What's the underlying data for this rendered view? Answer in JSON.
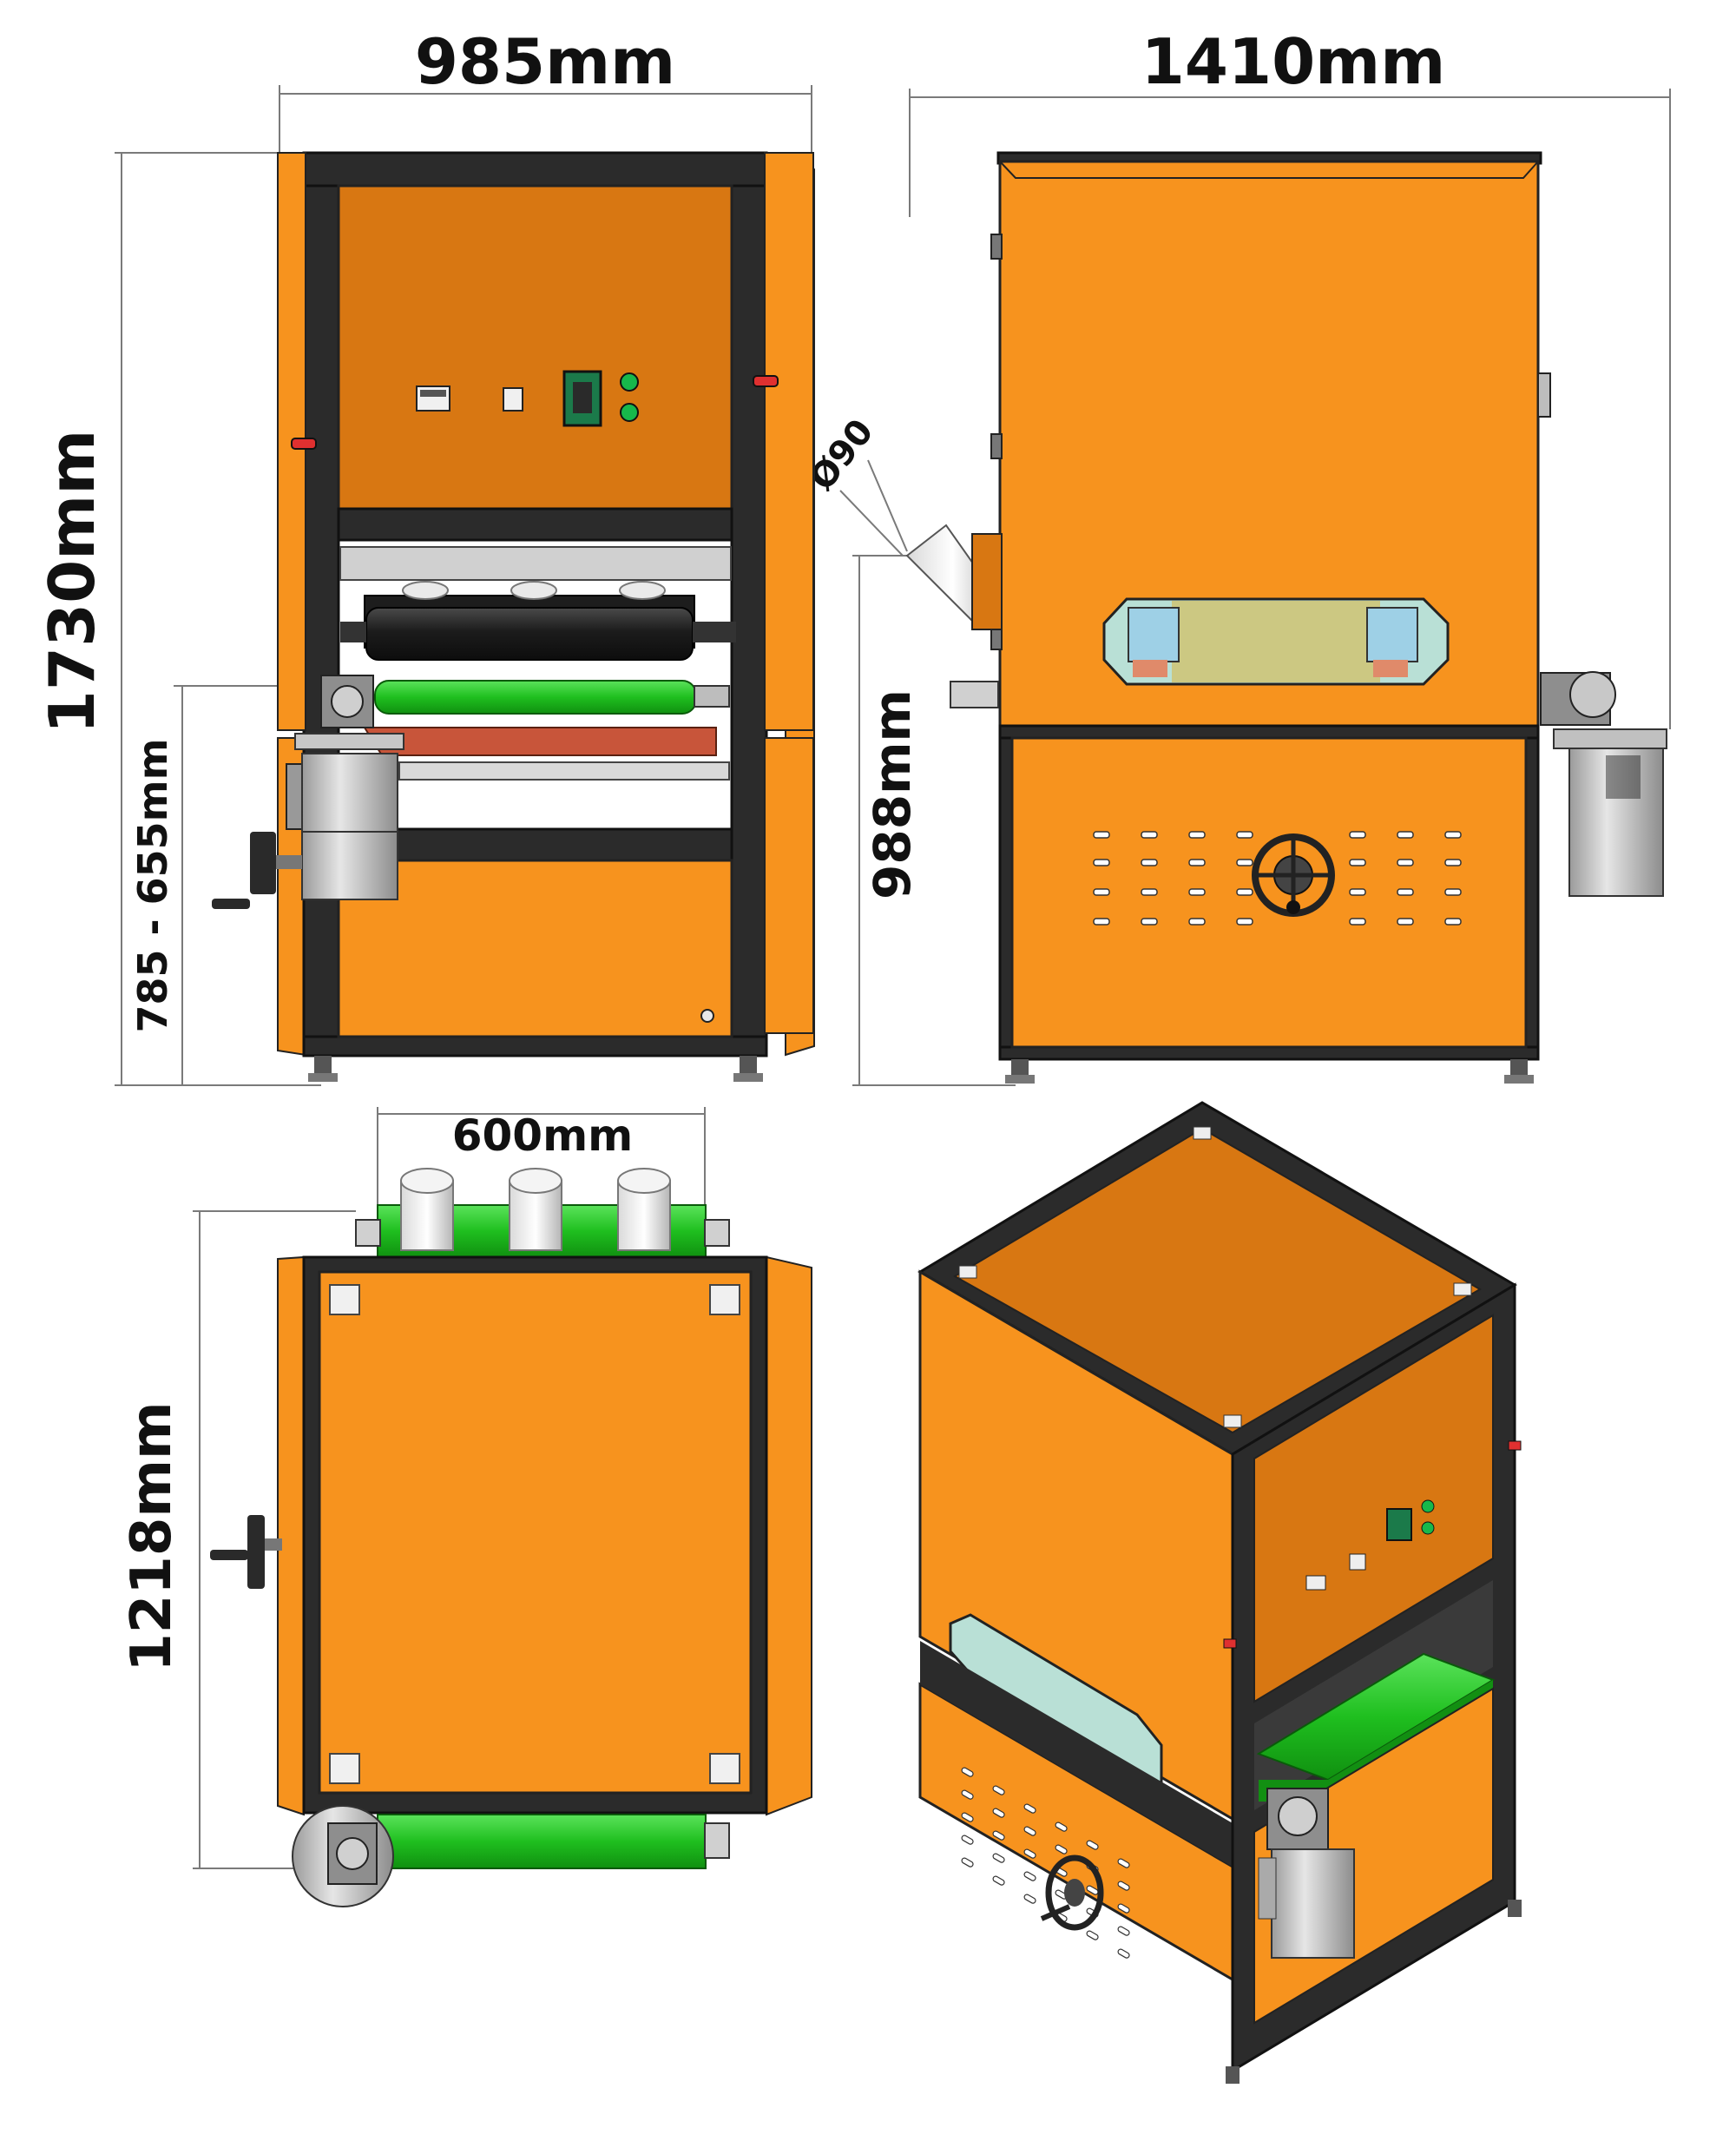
{
  "dimensions": {
    "front_width": "985mm",
    "side_depth": "1410mm",
    "overall_height": "1730mm",
    "table_height_range": "785 - 655mm",
    "table_height_side": "988mm",
    "working_width": "600mm",
    "top_view_length": "1218mm",
    "duct_diameter": "Ø90"
  },
  "colors": {
    "body_orange": "#F7931E",
    "body_orange_dark": "#D87712",
    "frame": "#2B2B2B",
    "belt_green": "#22C322",
    "sanding_belt": "#C8553A",
    "motor_grey": "#C9C9C9",
    "window": "#B9E0D6"
  },
  "views": [
    "front-view",
    "side-view",
    "top-view",
    "isometric-view"
  ]
}
